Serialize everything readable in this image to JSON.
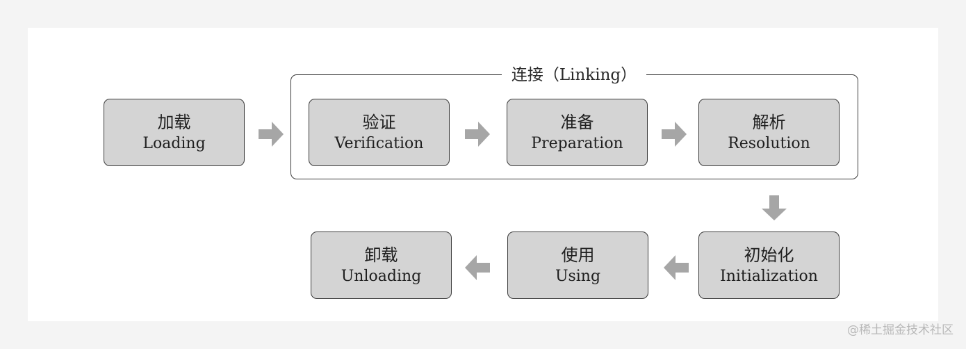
{
  "group": {
    "title": "连接（Linking）"
  },
  "stages": {
    "loading": {
      "cn": "加载",
      "en": "Loading"
    },
    "verification": {
      "cn": "验证",
      "en": "Verification"
    },
    "preparation": {
      "cn": "准备",
      "en": "Preparation"
    },
    "resolution": {
      "cn": "解析",
      "en": "Resolution"
    },
    "initialization": {
      "cn": "初始化",
      "en": "Initialization"
    },
    "using": {
      "cn": "使用",
      "en": "Using"
    },
    "unloading": {
      "cn": "卸载",
      "en": "Unloading"
    }
  },
  "colors": {
    "node_fill": "#d4d4d4",
    "node_border": "#3a3a3a",
    "arrow": "#a6a6a6",
    "background": "#f4f4f4",
    "canvas": "#ffffff"
  },
  "watermark": "@稀土掘金技术社区"
}
